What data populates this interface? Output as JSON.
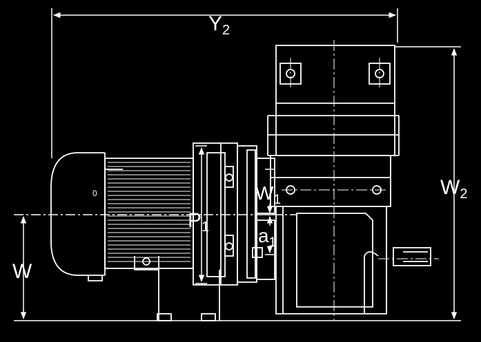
{
  "labels": {
    "y2": "Y",
    "y2_sub": "2",
    "w2": "W",
    "w2_sub": "2",
    "p1": "P",
    "p1_sub": "1",
    "w1": "W",
    "w1_sub": "1",
    "a1": "a",
    "a1_sub": "1",
    "w": "W",
    "motor_mark": "0"
  },
  "colors": {
    "background": "#000000",
    "line": "#ffffff"
  }
}
